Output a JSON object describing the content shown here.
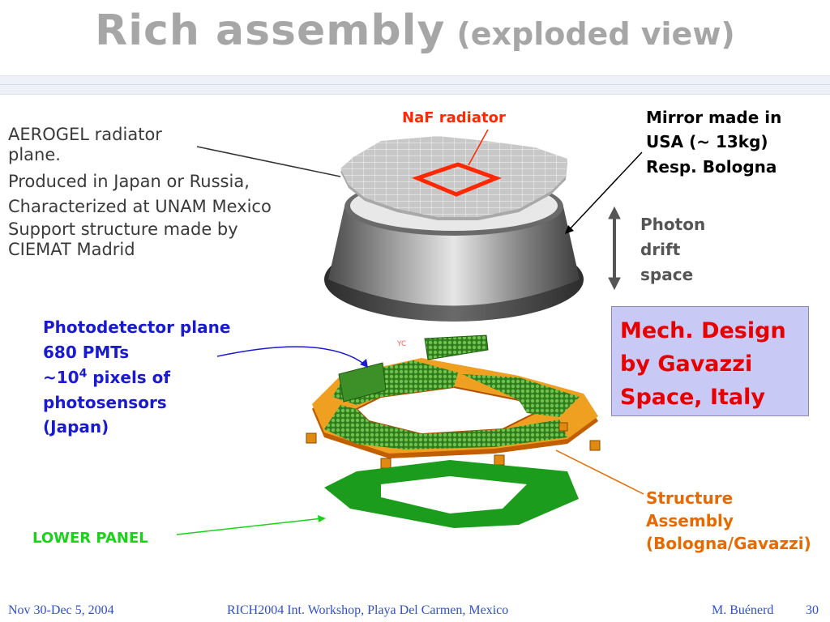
{
  "slide": {
    "title": "Rich assembly",
    "subtitle": "(exploded view)",
    "naf_label": "NaF radiator",
    "aerogel": [
      "AEROGEL radiator",
      "plane.",
      "Produced in Japan or Russia,",
      "Characterized at UNAM Mexico",
      "Support structure made by",
      "CIEMAT Madrid"
    ],
    "mirror": [
      "Mirror made in",
      "USA (~ 13kg)",
      "Resp. Bologna"
    ],
    "photon": [
      "Photon",
      "drift",
      "space"
    ],
    "mech": [
      "Mech. Design",
      "by Gavazzi",
      "Space, Italy"
    ],
    "photodetector": {
      "line1": "Photodetector plane",
      "line2": "680 PMTs",
      "pixels_prefix": "~10",
      "pixels_exp": "4",
      "pixels_suffix": " pixels of",
      "line4": "photosensors",
      "line5": "(Japan)"
    },
    "structure": [
      "Structure",
      "Assembly",
      "(Bologna/Gavazzi)"
    ],
    "lower_panel": "LOWER PANEL",
    "yc_tag": "YC"
  },
  "footer": {
    "date": "Nov 30-Dec 5, 2004",
    "event": "RICH2004 Int. Workshop, Playa Del Carmen, Mexico",
    "author": "M. Buénerd",
    "page": "30"
  },
  "colors": {
    "title": "#a6a6a6",
    "footer": "#3050c8",
    "mech_box": "#c9c9f6",
    "mech_text": "#e60000",
    "naf": "#ff2800",
    "photodetector": "#1a1ad0",
    "structure": "#e66a00",
    "lower_panel": "#1ad21a"
  }
}
